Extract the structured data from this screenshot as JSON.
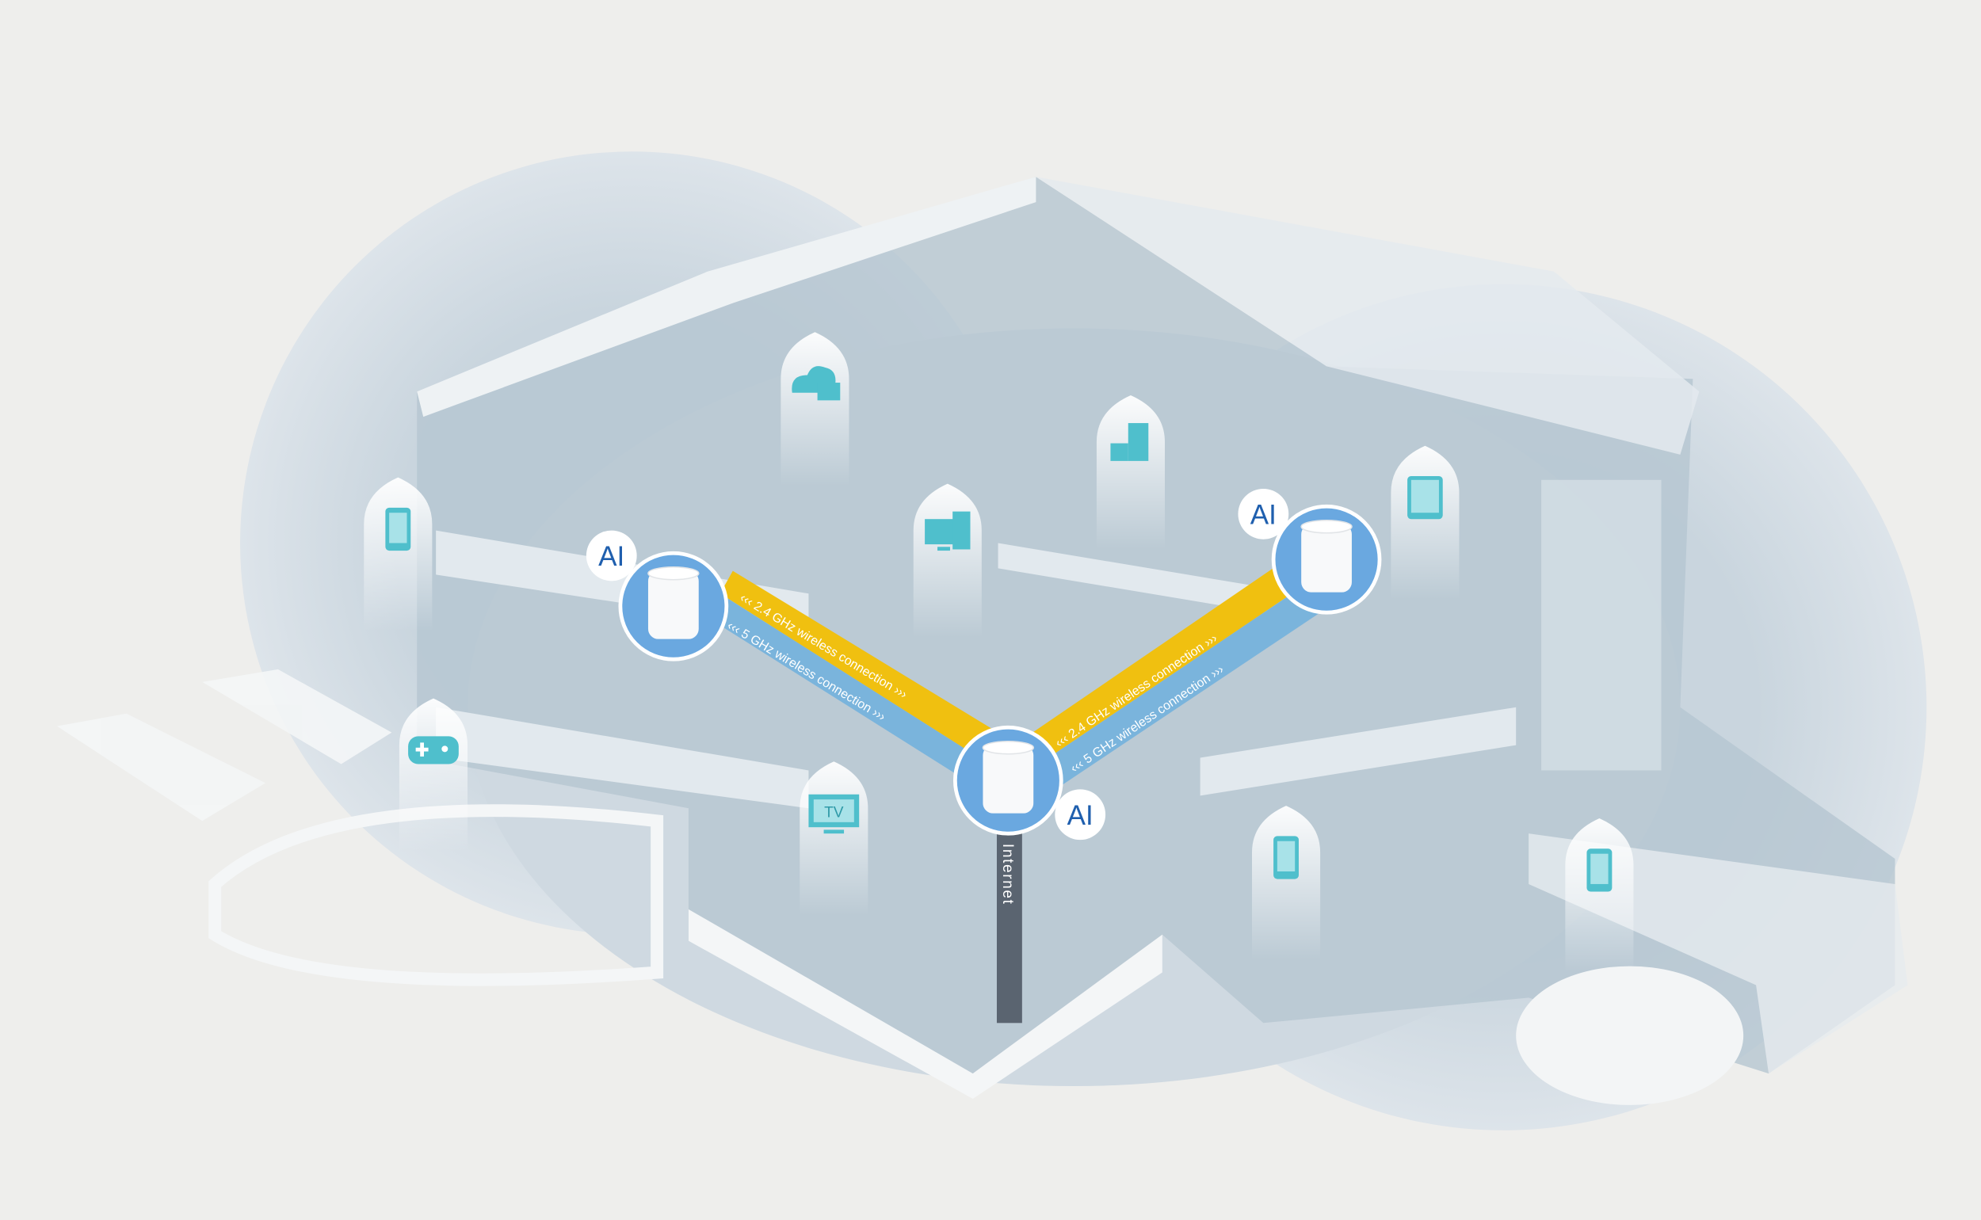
{
  "diagram": {
    "nodes": [
      {
        "id": "left",
        "badge": "AI"
      },
      {
        "id": "right",
        "badge": "AI"
      },
      {
        "id": "center",
        "badge": "AI"
      }
    ],
    "links": {
      "left_24": "‹‹‹  2.4 GHz wireless connection  ›››",
      "left_5": "‹‹‹  5 GHz wireless connection  ›››",
      "right_24": "‹‹‹  2.4 GHz wireless connection  ›››",
      "right_5": "‹‹‹  5 GHz wireless connection  ›››"
    },
    "internet_label": "Internet",
    "tv_label": "TV",
    "devices": [
      "phone-icon",
      "cloud-storage-icon",
      "computer-icon",
      "smart-home-icon",
      "tablet-icon",
      "gamepad-icon",
      "tv-icon",
      "phone-icon",
      "phone-icon"
    ],
    "colors": {
      "band_24": "#f0c010",
      "band_5": "#7ab4dc",
      "node_ring": "#6aa8e0",
      "icon": "#4fbfcc",
      "internet": "#5a6470"
    }
  }
}
